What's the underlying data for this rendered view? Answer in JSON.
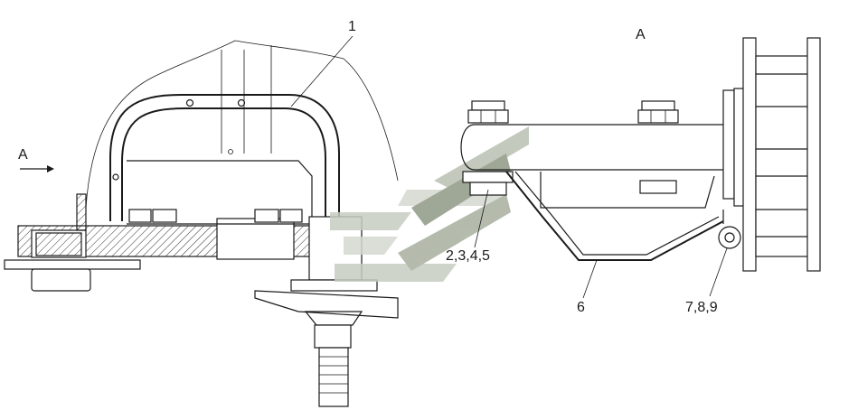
{
  "labels": {
    "view_marker": "A",
    "view_title": "A",
    "callout_1": "1",
    "callout_2345": "2,3,4,5",
    "callout_6": "6",
    "callout_789": "7,8,9"
  },
  "colors": {
    "line": "#1a1a1a",
    "watermark_light": "#d4d9cf",
    "watermark_mid": "#b9c1b2",
    "watermark_dark": "#8f9a86"
  },
  "watermark_icon": "stylized-logo-icon"
}
